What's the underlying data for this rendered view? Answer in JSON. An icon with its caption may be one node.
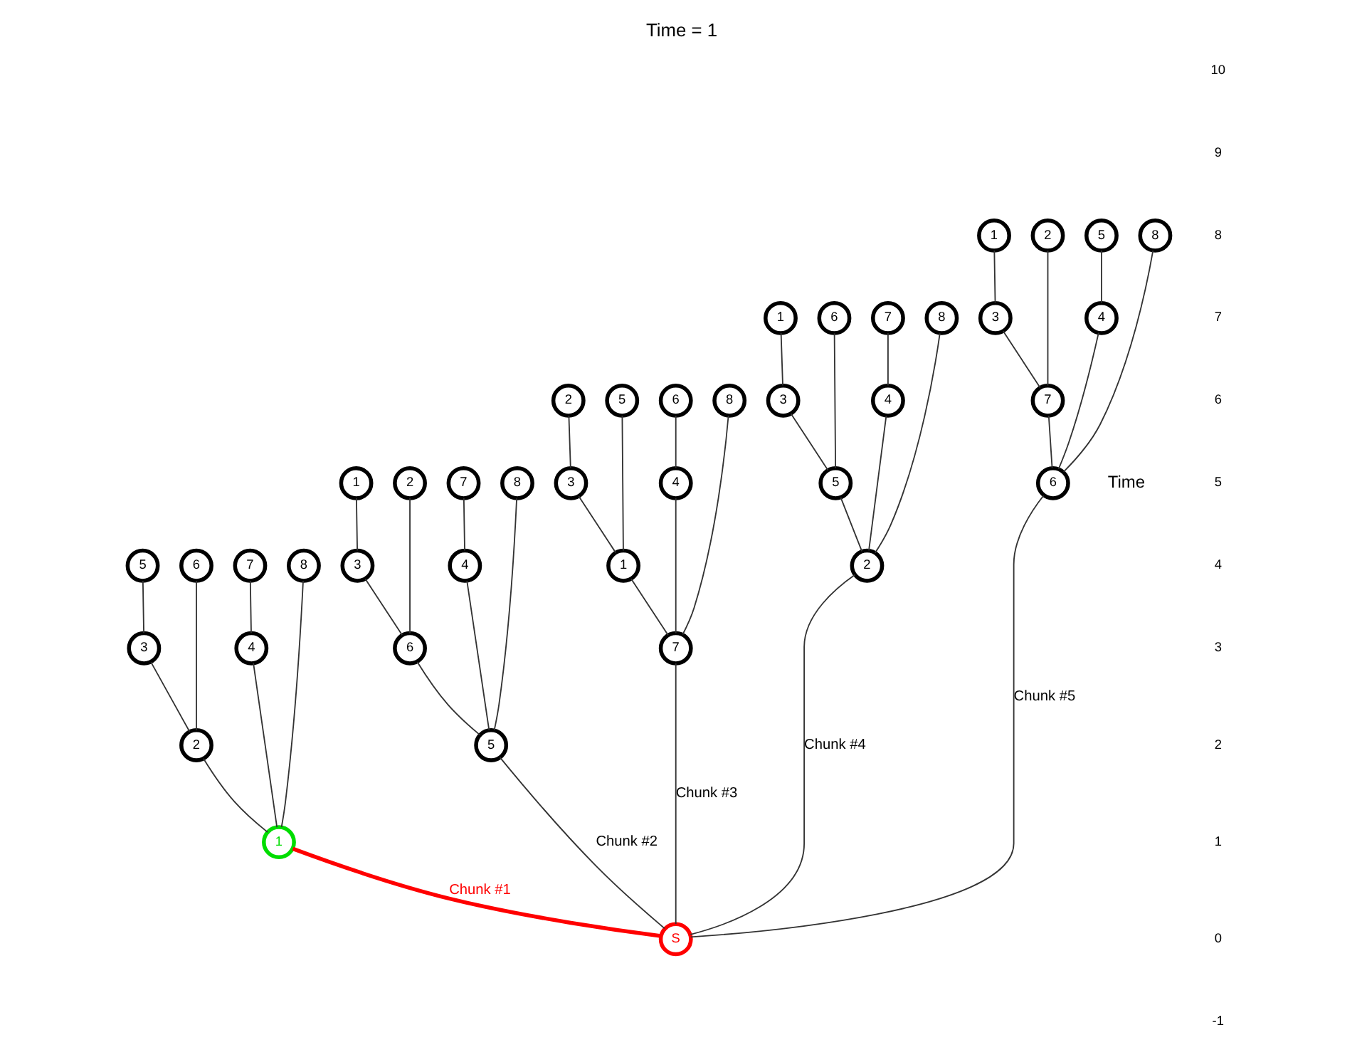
{
  "diagram": {
    "title": "Time = 1",
    "nodes": [
      {
        "text": [
          "S"
        ]
      },
      {
        "text": [
          "1"
        ]
      },
      {
        "text": [
          "2"
        ]
      },
      {
        "text": [
          "4"
        ]
      },
      {
        "text": [
          "8"
        ]
      },
      {
        "text": [
          "3"
        ]
      },
      {
        "text": [
          "6"
        ]
      },
      {
        "text": [
          "5"
        ]
      },
      {
        "text": [
          "7"
        ]
      },
      {
        "text": [
          "5"
        ]
      },
      {
        "text": [
          "6"
        ]
      },
      {
        "text": [
          "4"
        ]
      },
      {
        "text": [
          "8"
        ]
      },
      {
        "text": [
          "3"
        ]
      },
      {
        "text": [
          "2"
        ]
      },
      {
        "text": [
          "1"
        ]
      },
      {
        "text": [
          "7"
        ]
      },
      {
        "text": [
          "7"
        ]
      },
      {
        "text": [
          "1"
        ]
      },
      {
        "text": [
          "4"
        ]
      },
      {
        "text": [
          "8"
        ]
      },
      {
        "text": [
          "3"
        ]
      },
      {
        "text": [
          "5"
        ]
      },
      {
        "text": [
          "2"
        ]
      },
      {
        "text": [
          "6"
        ]
      },
      {
        "text": [
          "2"
        ]
      },
      {
        "text": [
          "5"
        ]
      },
      {
        "text": [
          "4"
        ]
      },
      {
        "text": [
          "8"
        ]
      },
      {
        "text": [
          "3"
        ]
      },
      {
        "text": [
          "6"
        ]
      },
      {
        "text": [
          "1"
        ]
      },
      {
        "text": [
          "7"
        ]
      },
      {
        "text": [
          "6"
        ]
      },
      {
        "text": [
          "7"
        ]
      },
      {
        "text": [
          "4"
        ]
      },
      {
        "text": [
          "8"
        ]
      },
      {
        "text": [
          "3"
        ]
      },
      {
        "text": [
          "2"
        ]
      },
      {
        "text": [
          "1"
        ]
      },
      {
        "text": [
          "5"
        ]
      }
    ],
    "edges": [
      {
        "from": 0,
        "to": 1,
        "arrow": "none",
        "label": "Chunk #1",
        "style": "thick",
        "color": "#ff0000"
      },
      {
        "from": 0,
        "to": 9,
        "arrow": "none",
        "label": "Chunk #2"
      },
      {
        "from": 0,
        "to": 17,
        "arrow": "none",
        "label": "Chunk #3"
      },
      {
        "from": 0,
        "to": 25,
        "arrow": "none",
        "label": "Chunk #4"
      },
      {
        "from": 0,
        "to": 33,
        "arrow": "none",
        "label": "Chunk #5"
      },
      {
        "from": 1,
        "to": 2,
        "arrow": "none"
      },
      {
        "from": 1,
        "to": 3,
        "arrow": "none"
      },
      {
        "from": 1,
        "to": 4,
        "arrow": "none"
      },
      {
        "from": 2,
        "to": 5,
        "arrow": "none"
      },
      {
        "from": 2,
        "to": 6,
        "arrow": "none"
      },
      {
        "from": 5,
        "to": 7,
        "arrow": "none"
      },
      {
        "from": 3,
        "to": 8,
        "arrow": "none"
      },
      {
        "from": 9,
        "to": 10,
        "arrow": "none"
      },
      {
        "from": 9,
        "to": 11,
        "arrow": "none"
      },
      {
        "from": 9,
        "to": 12,
        "arrow": "none"
      },
      {
        "from": 10,
        "to": 13,
        "arrow": "none"
      },
      {
        "from": 10,
        "to": 14,
        "arrow": "none"
      },
      {
        "from": 13,
        "to": 15,
        "arrow": "none"
      },
      {
        "from": 11,
        "to": 16,
        "arrow": "none"
      },
      {
        "from": 17,
        "to": 18,
        "arrow": "none"
      },
      {
        "from": 17,
        "to": 19,
        "arrow": "none"
      },
      {
        "from": 17,
        "to": 20,
        "arrow": "none"
      },
      {
        "from": 18,
        "to": 21,
        "arrow": "none"
      },
      {
        "from": 18,
        "to": 22,
        "arrow": "none"
      },
      {
        "from": 21,
        "to": 23,
        "arrow": "none"
      },
      {
        "from": 19,
        "to": 24,
        "arrow": "none"
      },
      {
        "from": 25,
        "to": 26,
        "arrow": "none"
      },
      {
        "from": 25,
        "to": 27,
        "arrow": "none"
      },
      {
        "from": 25,
        "to": 28,
        "arrow": "none"
      },
      {
        "from": 26,
        "to": 29,
        "arrow": "none"
      },
      {
        "from": 26,
        "to": 30,
        "arrow": "none"
      },
      {
        "from": 29,
        "to": 31,
        "arrow": "none"
      },
      {
        "from": 27,
        "to": 32,
        "arrow": "none"
      },
      {
        "from": 33,
        "to": 34,
        "arrow": "none"
      },
      {
        "from": 33,
        "to": 35,
        "arrow": "none"
      },
      {
        "from": 33,
        "to": 36,
        "arrow": "none"
      },
      {
        "from": 34,
        "to": 37,
        "arrow": "none"
      },
      {
        "from": 34,
        "to": 38,
        "arrow": "none"
      },
      {
        "from": 37,
        "to": 39,
        "arrow": "none"
      },
      {
        "from": 35,
        "to": 40,
        "arrow": "none"
      }
    ],
    "labels": [
      "10",
      "9",
      "8",
      "7",
      "6",
      "5",
      "4",
      "3",
      "2",
      "1",
      "0",
      "-1",
      "Time"
    ]
  }
}
